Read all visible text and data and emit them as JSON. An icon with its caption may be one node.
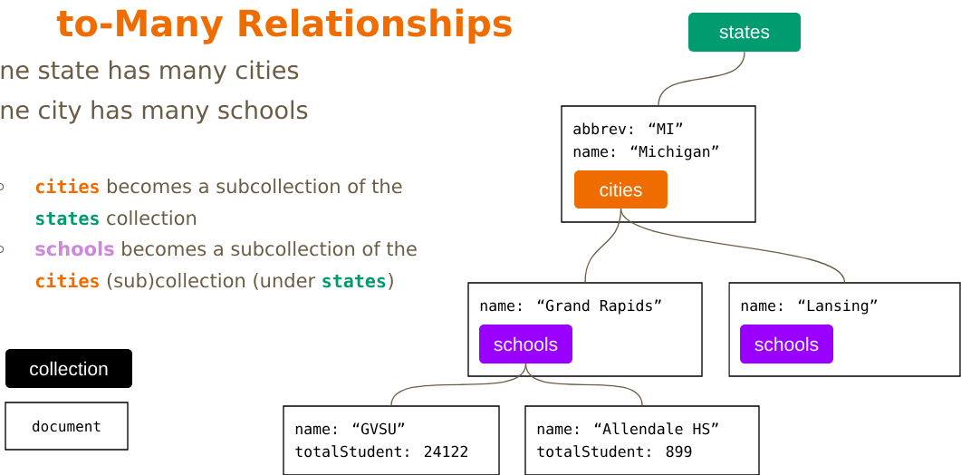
{
  "diagram": {
    "title": "to-Many Relationships",
    "nodes": [
      {
        "text": [
          "states"
        ]
      },
      {
        "text": [
          "abbrev: “MI”",
          "name: “Michigan”"
        ]
      },
      {
        "text": [
          "cities"
        ],
        "in": 1
      },
      {
        "text": [
          "name: “Grand Rapids”"
        ]
      },
      {
        "text": [
          "schools"
        ],
        "in": 3
      },
      {
        "text": [
          "name: “Lansing”"
        ]
      },
      {
        "text": [
          "schools"
        ],
        "in": 5
      },
      {
        "text": [
          "name: “GVSU”",
          "totalStudent: 24122"
        ]
      },
      {
        "text": [
          "name: “Allendale HS”",
          "totalStudent: 899"
        ]
      },
      {
        "text": [
          "collection"
        ]
      },
      {
        "text": [
          "document"
        ]
      }
    ],
    "edges": [
      {
        "from": 0,
        "to": 1,
        "arrow": "none"
      },
      {
        "from": 2,
        "to": 3,
        "arrow": "none"
      },
      {
        "from": 2,
        "to": 5,
        "arrow": "none"
      },
      {
        "from": 4,
        "to": 7,
        "arrow": "none"
      },
      {
        "from": 4,
        "to": 8,
        "arrow": "none"
      }
    ],
    "labels": [
      "ne state has many cities",
      "ne city has many schools",
      "cities",
      "becomes a subcollection of the",
      "states",
      "collection",
      "schools",
      "becomes a subcollection of the",
      "cities",
      "(sub)collection (under",
      "states",
      ")"
    ]
  }
}
